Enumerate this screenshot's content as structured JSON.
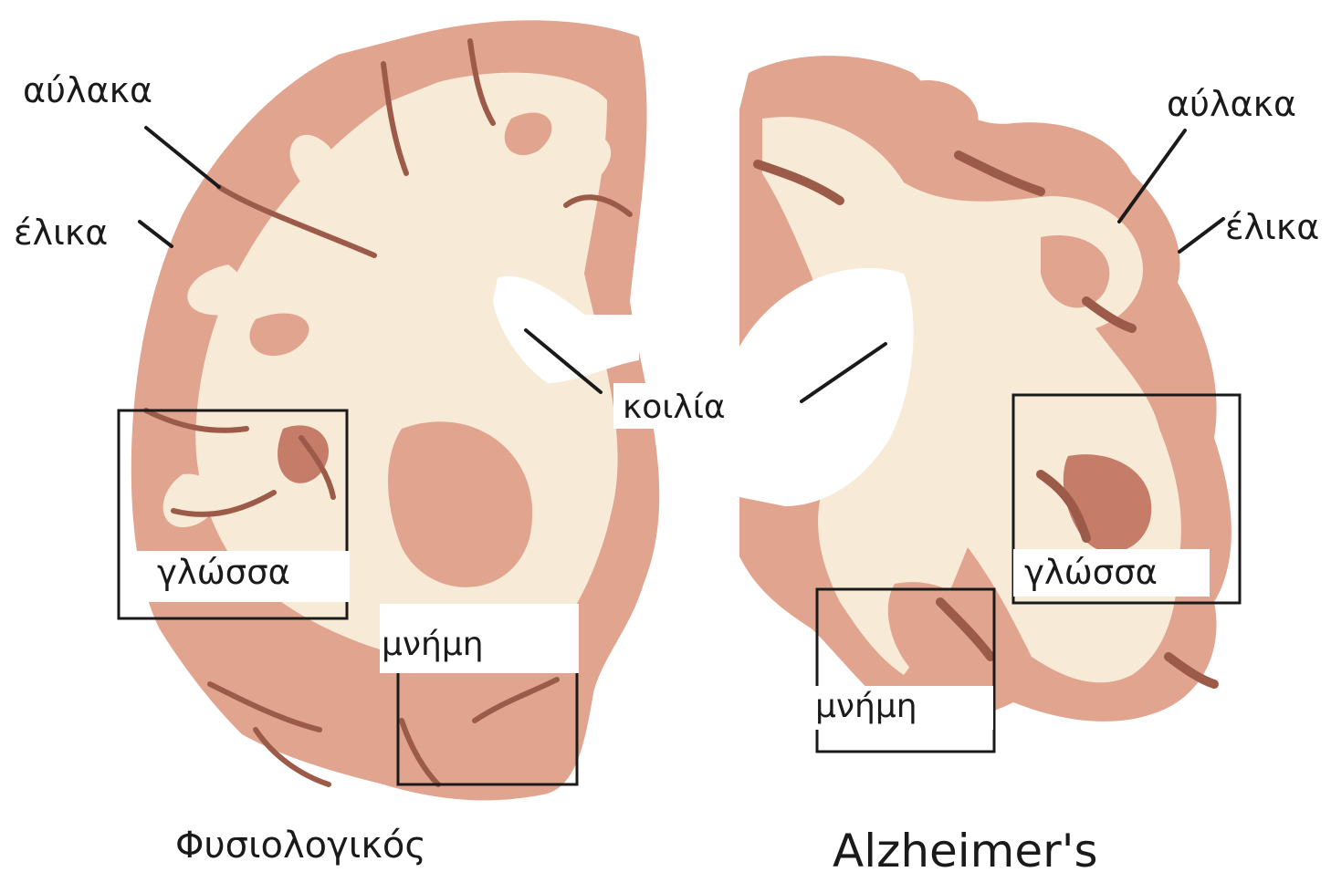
{
  "colors": {
    "cortex": "#e1a48f",
    "cortex_dark": "#c57d69",
    "sulcus": "#9c5a49",
    "white_matter": "#f7ead6",
    "ventricle": "#ffffff",
    "line": "#1a1a1a"
  },
  "left_brain": {
    "caption": "Φυσιολογικός",
    "sulcus_label": "αύλακα",
    "gyrus_label": "έλικα",
    "language_label": "γλώσσα",
    "memory_label": "μνήμη"
  },
  "right_brain": {
    "caption": "Alzheimer's",
    "sulcus_label": "αύλακα",
    "gyrus_label": "έλικα",
    "language_label": "γλώσσα",
    "memory_label": "μνήμη"
  },
  "ventricle_label": "κοιλία"
}
